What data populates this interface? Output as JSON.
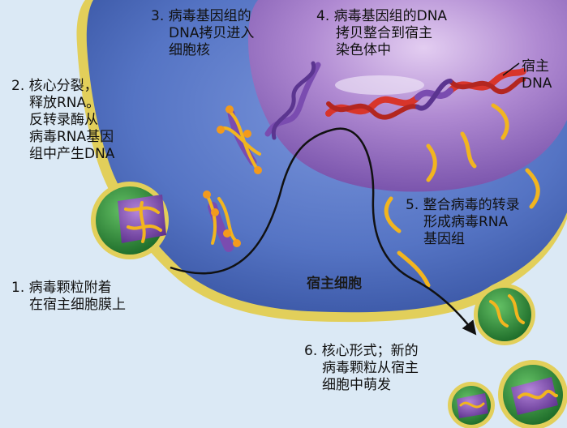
{
  "labels": {
    "step1": [
      "1. 病毒颗粒附着",
      "在宿主细胞膜上"
    ],
    "step2": [
      "2. 核心分裂，",
      "释放RNA。",
      "反转录酶从",
      "病毒RNA基因",
      "组中产生DNA"
    ],
    "step3": [
      "3. 病毒基因组的",
      "DNA拷贝进入",
      "细胞核"
    ],
    "step4": [
      "4. 病毒基因组的DNA",
      "拷贝整合到宿主",
      "染色体中"
    ],
    "step5": [
      "5. 整合病毒的转录",
      "形成病毒RNA",
      "基因组"
    ],
    "step6": [
      "6. 核心形式；新的",
      "病毒颗粒从宿主",
      "细胞中萌发"
    ],
    "host_dna": [
      "宿主",
      "DNA"
    ],
    "host_cell": "宿主细胞"
  },
  "colors": {
    "background": "#dbe9f5",
    "membrane": "#e2cf5a",
    "cytoplasm": "#5876c6",
    "nucleus": "#9c72c4",
    "viral_dna": "#7a4cb0",
    "host_dna": "#d8352b",
    "viral_rna": "#f2b51f",
    "virion_green": "#2f8f3a"
  }
}
